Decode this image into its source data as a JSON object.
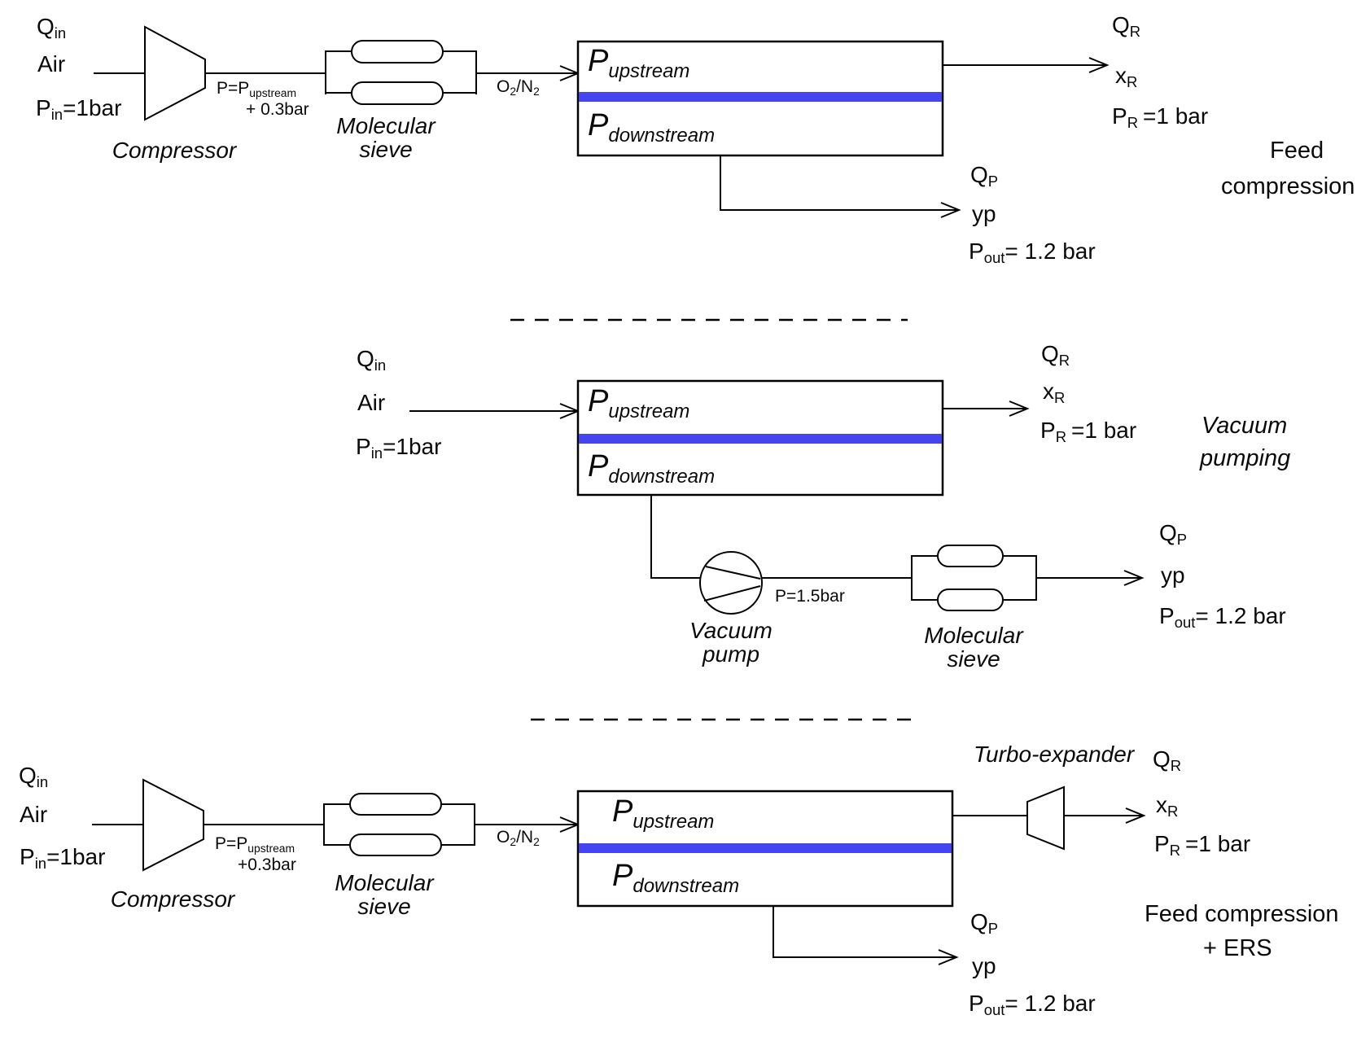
{
  "colors": {
    "membrane_blue": "#4445ee",
    "line": "#000000"
  },
  "diagrams": {
    "feed_compression": {
      "caption": {
        "line1": "Feed",
        "line2": "compression"
      },
      "inlet": {
        "flow": "Q",
        "flow_sub": "in",
        "gas": "Air",
        "pressure": "P",
        "pressure_sub": "in",
        "pressure_rest": "=1bar"
      },
      "compressor_label": "Compressor",
      "pressure_note": {
        "line1": "P=P",
        "line1_sub": "upstream",
        "line2": "+ 0.3bar"
      },
      "sieve_label": {
        "line1": "Molecular",
        "line2": "sieve"
      },
      "stream": {
        "o": "O",
        "o_sub": "2",
        "slash_n": "/N",
        "n_sub": "2"
      },
      "membrane": {
        "upstream": "P",
        "upstream_sub": "upstream",
        "downstream": "P",
        "downstream_sub": "downstream"
      },
      "retentate": {
        "flow": "Q",
        "flow_sub": "R",
        "fraction": "x",
        "fraction_sub": "R",
        "pressure": "P",
        "pressure_sub": "R",
        "pressure_rest": "=1 bar"
      },
      "permeate": {
        "flow": "Q",
        "flow_sub": "P",
        "fraction": "yp",
        "pressure": "P",
        "pressure_sub": "out",
        "pressure_rest": "= 1.2 bar"
      }
    },
    "vacuum_pumping": {
      "caption": {
        "line1": "Vacuum",
        "line2": "pumping"
      },
      "inlet": {
        "flow": "Q",
        "flow_sub": "in",
        "gas": "Air",
        "pressure": "P",
        "pressure_sub": "in",
        "pressure_rest": "=1bar"
      },
      "membrane": {
        "upstream": "P",
        "upstream_sub": "upstream",
        "downstream": "P",
        "downstream_sub": "downstream"
      },
      "retentate": {
        "flow": "Q",
        "flow_sub": "R",
        "fraction": "x",
        "fraction_sub": "R",
        "pressure": "P",
        "pressure_sub": "R",
        "pressure_rest": "=1 bar"
      },
      "pump_label": {
        "line1": "Vacuum",
        "line2": "pump"
      },
      "pump_pressure": "P=1.5bar",
      "sieve_label": {
        "line1": "Molecular",
        "line2": "sieve"
      },
      "permeate": {
        "flow": "Q",
        "flow_sub": "P",
        "fraction": "yp",
        "pressure": "P",
        "pressure_sub": "out",
        "pressure_rest": "= 1.2 bar"
      }
    },
    "feed_compression_ers": {
      "caption": {
        "line1": "Feed compression",
        "line2": "+ ERS"
      },
      "inlet": {
        "flow": "Q",
        "flow_sub": "in",
        "gas": "Air",
        "pressure": "P",
        "pressure_sub": "in",
        "pressure_rest": "=1bar"
      },
      "compressor_label": "Compressor",
      "pressure_note": {
        "line1": "P=P",
        "line1_sub": "upstream",
        "line2": "+0.3bar"
      },
      "sieve_label": {
        "line1": "Molecular",
        "line2": "sieve"
      },
      "stream": {
        "o": "O",
        "o_sub": "2",
        "slash_n": "/N",
        "n_sub": "2"
      },
      "membrane": {
        "upstream": "P",
        "upstream_sub": "upstream",
        "downstream": "P",
        "downstream_sub": "downstream"
      },
      "expander_label": "Turbo-expander",
      "retentate": {
        "flow": "Q",
        "flow_sub": "R",
        "fraction": "x",
        "fraction_sub": "R",
        "pressure": "P",
        "pressure_sub": "R",
        "pressure_rest": "=1 bar"
      },
      "permeate": {
        "flow": "Q",
        "flow_sub": "P",
        "fraction": "yp",
        "pressure": "P",
        "pressure_sub": "out",
        "pressure_rest": "= 1.2 bar"
      }
    }
  }
}
